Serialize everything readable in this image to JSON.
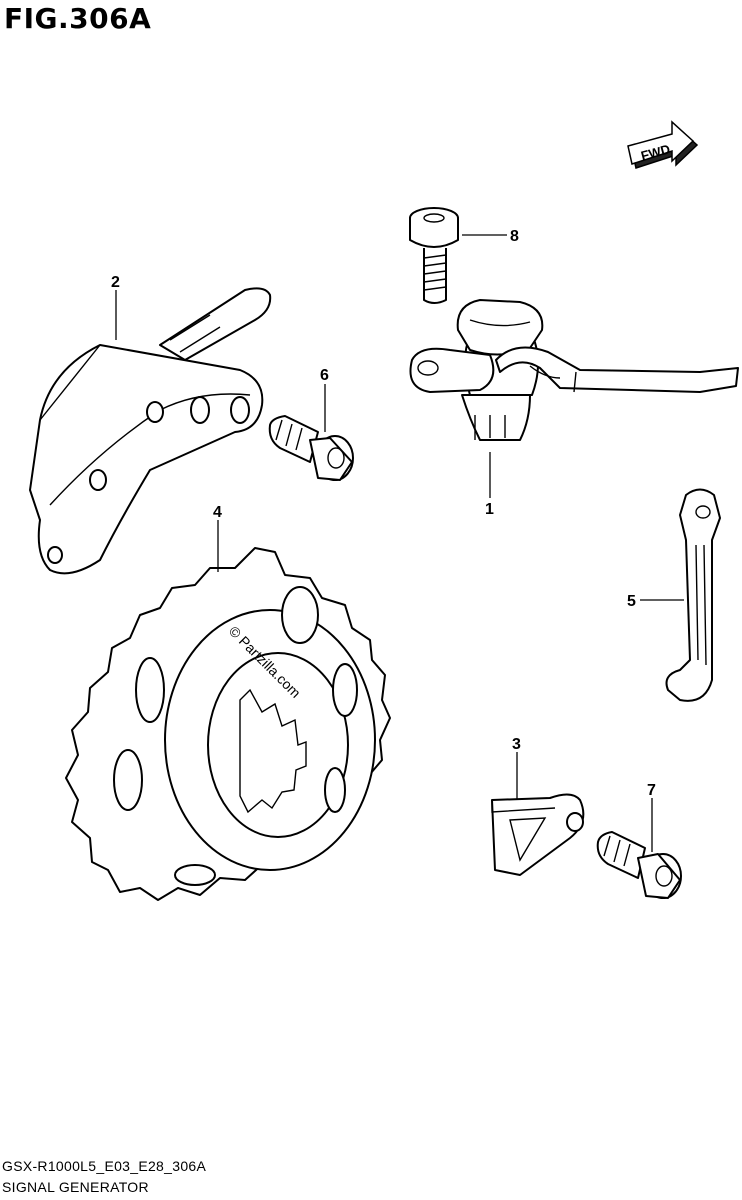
{
  "figure": {
    "title": "FIG.306A",
    "direction_badge": "FWD",
    "watermark": "© Partzilla.com",
    "model_code": "GSX-R1000L5_E03_E28_306A",
    "section_name": "SIGNAL GENERATOR"
  },
  "callouts": [
    {
      "id": "1",
      "label": "1"
    },
    {
      "id": "2",
      "label": "2"
    },
    {
      "id": "3",
      "label": "3"
    },
    {
      "id": "4",
      "label": "4"
    },
    {
      "id": "5",
      "label": "5"
    },
    {
      "id": "6",
      "label": "6"
    },
    {
      "id": "7",
      "label": "7"
    },
    {
      "id": "8",
      "label": "8"
    }
  ],
  "icons": {
    "direction": "fwd-arrow-icon"
  }
}
